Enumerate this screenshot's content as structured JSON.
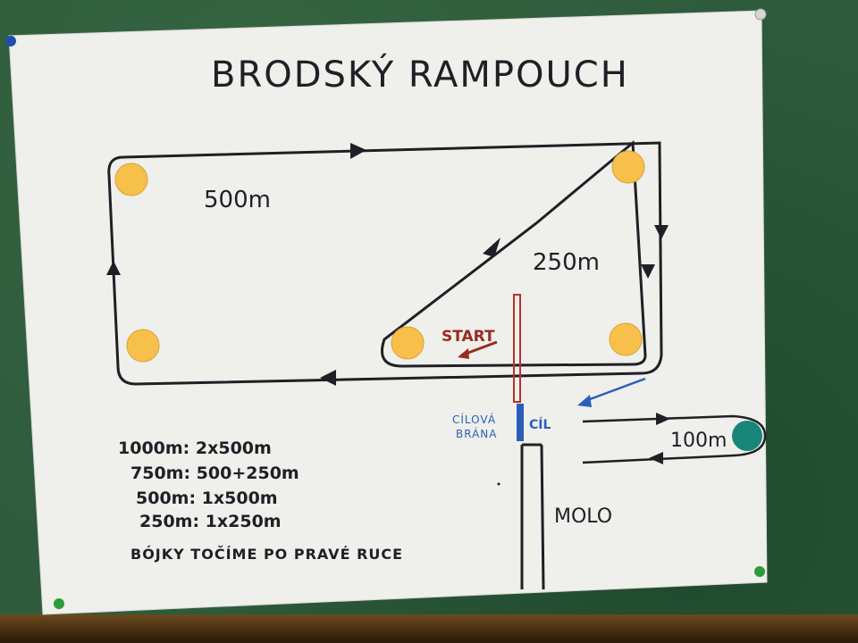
{
  "poster": {
    "title": "BRODSKÝ RAMPOUCH",
    "course_long_label": "500m",
    "course_short_label": "250m",
    "start_label": "START",
    "gate_label_line1": "CÍLOVÁ",
    "gate_label_line2": "BRÁNA",
    "finish_label": "CÍL",
    "sprint_label": "100m",
    "pier_label": "MOLO",
    "distances": [
      "1000m: 2x500m",
      "750m: 500+250m",
      "500m: 1x500m",
      "250m: 1x250m"
    ],
    "note": "BÓJKY TOČÍME PO PRAVÉ RUCE"
  },
  "colors": {
    "buoy": "#f7c04a",
    "start_line": "#b8322a",
    "finish_gate": "#2a5fb8",
    "sprint_buoy": "#18857a"
  }
}
